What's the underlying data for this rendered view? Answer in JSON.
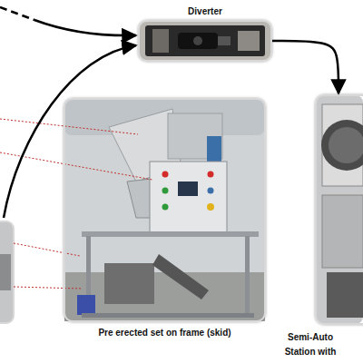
{
  "diagram": {
    "nodes": [
      {
        "text": [
          "Diverter"
        ]
      },
      {
        "text": [
          "Pre erected set on frame (skid)"
        ]
      },
      {
        "text": [
          "Semi-Auto Station with"
        ]
      }
    ],
    "edges": [
      {
        "from": 0,
        "to": 2,
        "arrow": "to"
      }
    ]
  }
}
